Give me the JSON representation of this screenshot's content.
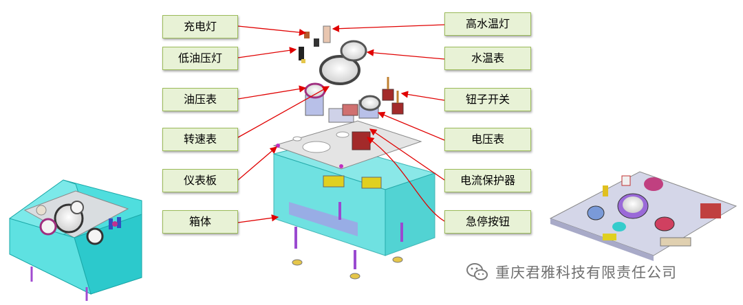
{
  "labels_left": [
    {
      "key": "charge_lamp",
      "text": "充电灯"
    },
    {
      "key": "low_oil_lamp",
      "text": "低油压灯"
    },
    {
      "key": "oil_gauge",
      "text": "油压表"
    },
    {
      "key": "tachometer",
      "text": "转速表"
    },
    {
      "key": "panel",
      "text": "仪表板"
    },
    {
      "key": "box",
      "text": "箱体"
    }
  ],
  "labels_right": [
    {
      "key": "high_temp_lamp",
      "text": "高水温灯"
    },
    {
      "key": "water_temp_gauge",
      "text": "水温表"
    },
    {
      "key": "toggle_switch",
      "text": "钮子开关"
    },
    {
      "key": "voltmeter",
      "text": "电压表"
    },
    {
      "key": "current_protector",
      "text": "电流保护器"
    },
    {
      "key": "estop_button",
      "text": "急停按钮"
    }
  ],
  "watermark": {
    "text": "重庆君雅科技有限责任公司",
    "icon": "wechat-icon"
  },
  "colors": {
    "label_bg": "#e8f2d6",
    "label_border": "#9bbb59",
    "arrow": "#e00000",
    "box": "#33d6d6",
    "panel": "#e4e4e4"
  }
}
